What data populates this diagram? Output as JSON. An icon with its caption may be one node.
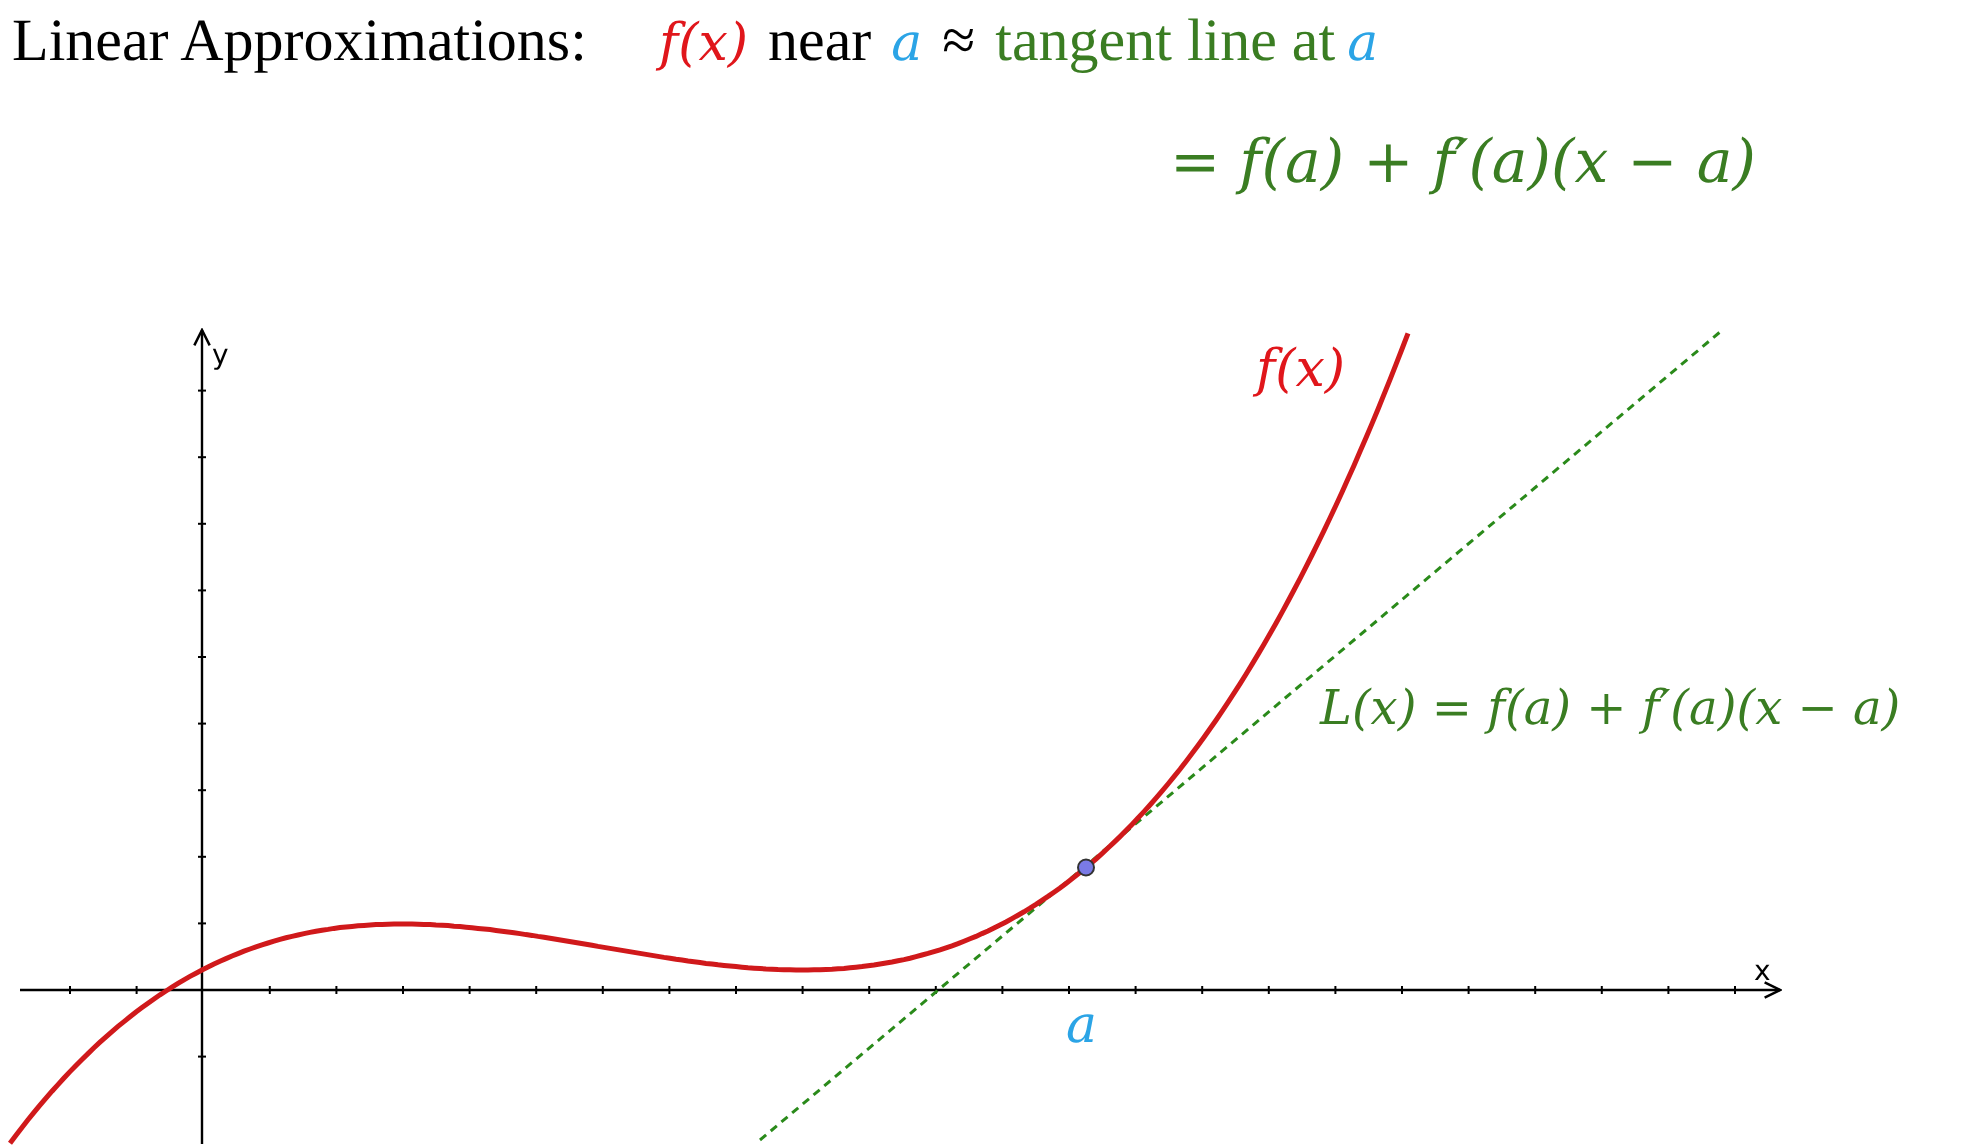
{
  "diagram": {
    "title": "Linear Approximations:",
    "labels": [
      "f(x)",
      "near",
      "a",
      "≈",
      "tangent line at",
      "a",
      "= f(a) + f′(a)(x − a)",
      "y",
      "f(x)",
      "L(x) = f(a) + f′(a)(x − a)",
      "x",
      "a"
    ]
  }
}
